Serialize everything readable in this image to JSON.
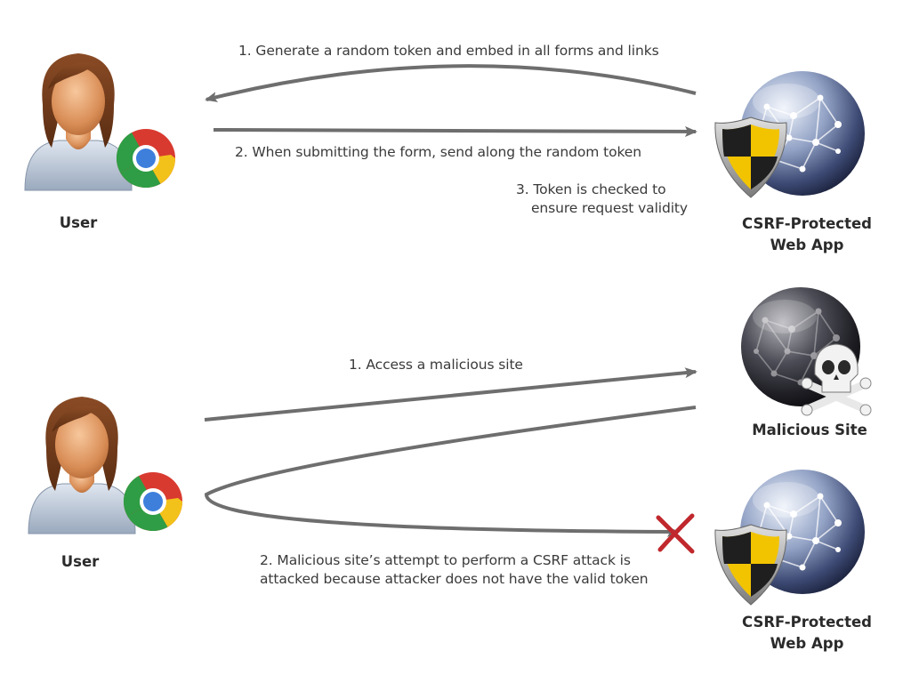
{
  "top": {
    "user_label": "User",
    "app_label_line1": "CSRF-Protected",
    "app_label_line2": "Web App",
    "step1": "1. Generate a random token and embed in all forms and links",
    "step2": "2. When submitting the form, send along the random token",
    "step3_line1": "3. Token is checked to",
    "step3_line2": "ensure request validity"
  },
  "bottom": {
    "user_label": "User",
    "malicious_label": "Malicious Site",
    "app_label_line1": "CSRF-Protected",
    "app_label_line2": "Web App",
    "step1": "1. Access a malicious site",
    "step2": "2. Malicious site’s attempt to perform a CSRF attack is attacked because attacker does not have the valid token"
  },
  "colors": {
    "arrow": "#6e6e6e",
    "blocked_mark": "#c0282d",
    "shield_yellow": "#f2c400",
    "shield_dark": "#1f1f1f"
  },
  "icons": [
    "user-icon",
    "chrome-icon",
    "globe-icon",
    "shield-icon",
    "skull-crossbones-icon",
    "blocked-x-icon"
  ]
}
